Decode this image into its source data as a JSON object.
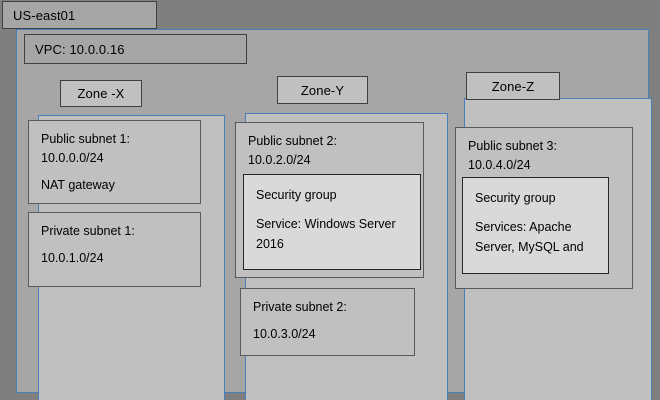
{
  "region": {
    "name": "US-east01"
  },
  "vpc": {
    "label": "VPC: 10.0.0.16"
  },
  "zones": [
    {
      "label": "Zone -X",
      "subnets": [
        {
          "name": "public-subnet-1",
          "title": "Public subnet 1:",
          "cidr": "10.0.0.0/24",
          "resource": "NAT gateway"
        },
        {
          "name": "private-subnet-1",
          "title": "Private subnet 1:",
          "cidr": "10.0.1.0/24"
        }
      ]
    },
    {
      "label": "Zone-Y",
      "subnets": [
        {
          "name": "public-subnet-2",
          "title": "Public subnet 2:",
          "cidr": "10.0.2.0/24",
          "security_group": {
            "title": "Security group",
            "services": "Service: Windows Server 2016"
          }
        },
        {
          "name": "private-subnet-2",
          "title": "Private subnet 2:",
          "cidr": "10.0.3.0/24"
        }
      ]
    },
    {
      "label": "Zone-Z",
      "subnets": [
        {
          "name": "public-subnet-3",
          "title": "Public subnet 3:",
          "cidr": "10.0.4.0/24",
          "security_group": {
            "title": "Security group",
            "services": "Services: Apache Server, MySQL and"
          }
        }
      ]
    }
  ],
  "colors": {
    "region_background": "#7f7f7f",
    "vpc_background": "#a6a6a6",
    "zone_background": "#c0c0c0",
    "security_group_background": "#d9d9d9",
    "frame_border_blue": "#4a7ebb",
    "box_border_dark": "#595959"
  }
}
